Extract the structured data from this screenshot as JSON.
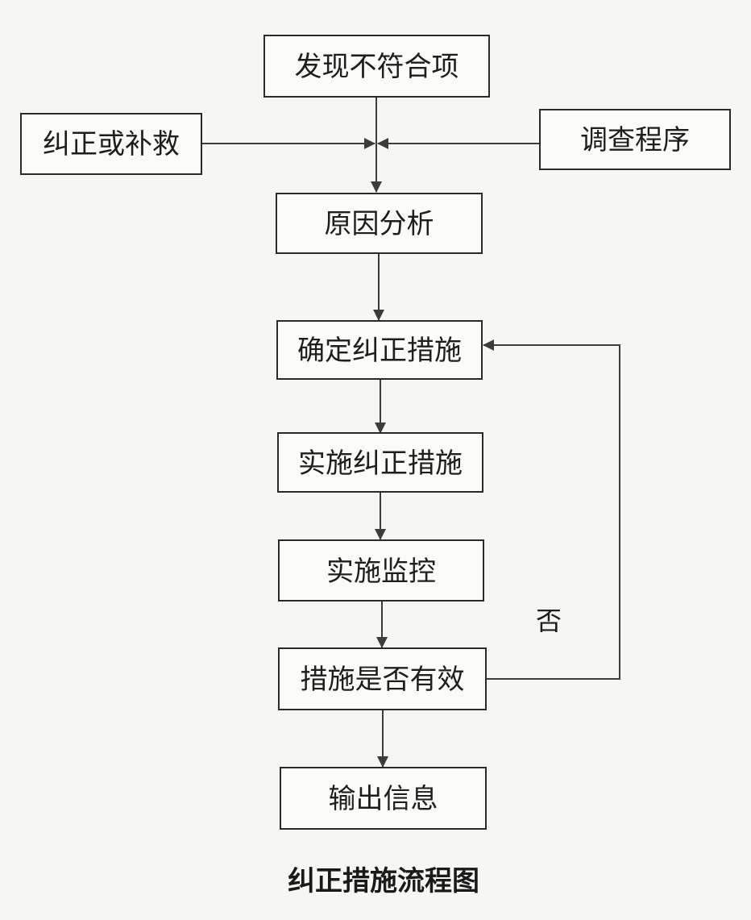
{
  "nodes": {
    "find_nonconformity": "发现不符合项",
    "correct_or_remedy": "纠正或补救",
    "investigation_procedure": "调查程序",
    "cause_analysis": "原因分析",
    "determine_corrective_action": "确定纠正措施",
    "implement_corrective_action": "实施纠正措施",
    "implement_monitoring": "实施监控",
    "action_effective_check": "措施是否有效",
    "output_information": "输出信息"
  },
  "edge_labels": {
    "no": "否"
  },
  "caption": "纠正措施流程图",
  "colors": {
    "background": "#f6f6f3",
    "line": "#3c3c3c",
    "box_border": "#2a2a2a"
  }
}
